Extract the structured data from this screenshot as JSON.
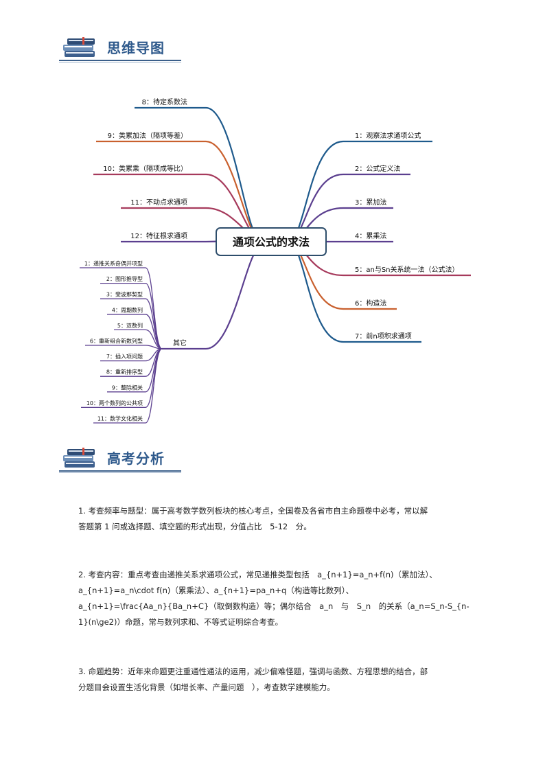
{
  "header1": {
    "title": "思维导图"
  },
  "header2": {
    "title": "高考分析"
  },
  "mindmap": {
    "center": "通项公式的求法",
    "right": [
      {
        "label": "1：观察法求通项公式",
        "color": "#1e5a8c"
      },
      {
        "label": "2：公式定义法",
        "color": "#5b3f8f"
      },
      {
        "label": "3：累加法",
        "color": "#5b3f8f"
      },
      {
        "label": "4：累乘法",
        "color": "#5b3f8f"
      },
      {
        "label": "5：an与Sn关系统一法（公式法）",
        "color": "#a63a5c"
      },
      {
        "label": "6：构造法",
        "color": "#c9602e"
      },
      {
        "label": "7：前n项积求通项",
        "color": "#1e5a8c"
      }
    ],
    "left": [
      {
        "label": "8：待定系数法",
        "color": "#1e5a8c"
      },
      {
        "label": "9：类累加法（隔项等差）",
        "color": "#c9602e"
      },
      {
        "label": "10：类累乘（隔项成等比）",
        "color": "#a63a5c"
      },
      {
        "label": "11：不动点求通项",
        "color": "#a63a5c"
      },
      {
        "label": "12：特征根求通项",
        "color": "#5b3f8f"
      }
    ],
    "other": {
      "label": "其它",
      "color": "#5b3f8f",
      "items": [
        "1：递推关系奇偶并项型",
        "2：图形推导型",
        "3：斐波那契型",
        "4：周期数列",
        "5：双数列",
        "6：重新组合新数列型",
        "7：插入项问题",
        "8：重新排序型",
        "9：整除相关",
        "10：两个数列的公共项",
        "11：数学文化相关"
      ]
    }
  },
  "analysis": {
    "p1": [
      "1. 考查频率与题型：属于高考数学数列板块的核心考点，全国卷及各省市自主命题卷中必考，常以解",
      "答题第 1 问或选择题、填空题的形式出现，分值占比　5-12　分。"
    ],
    "p2": [
      "2. 考查内容：重点考查由递推关系求通项公式，常见递推类型包括　a_{n+1}=a_n+f(n)（累加法）、",
      "a_{n+1}=a_n\\cdot f(n)（累乘法）、a_{n+1}=pa_n+q（构造等比数列）、",
      "a_{n+1}=\\frac{Aa_n}{Ba_n+C}（取倒数构造）等；偶尔结合　a_n　与　S_n　的关系（a_n=S_n-S_{n-",
      "1}(n\\ge2)）命题，常与数列求和、不等式证明综合考查。"
    ],
    "p3": [
      "3. 命题趋势：近年来命题更注重通性通法的运用，减少偏难怪题，强调与函数、方程思想的结合，部",
      "分题目会设置生活化背景（如增长率、产量问题　），考查数学建模能力。"
    ]
  }
}
